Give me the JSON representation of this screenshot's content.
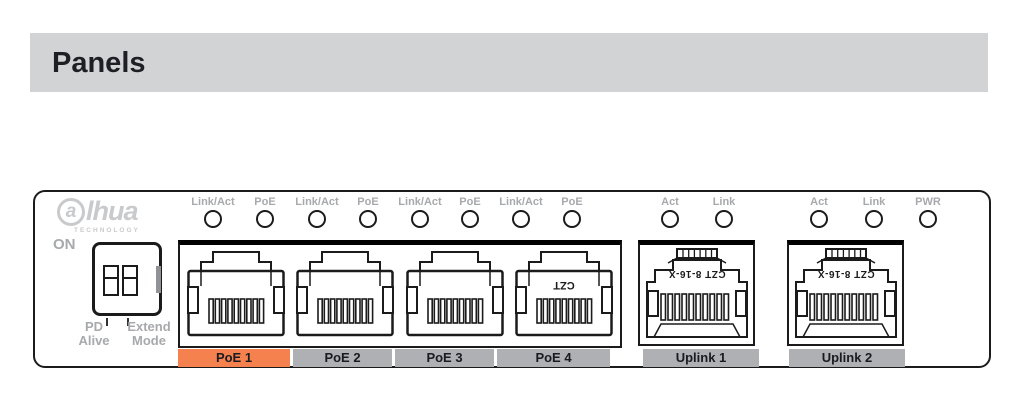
{
  "header": {
    "title": "Panels"
  },
  "panel": {
    "logo": {
      "text_a": "a",
      "text_rest": "lhua",
      "subtitle": "TECHNOLOGY"
    },
    "dip_switch": {
      "on_label": "ON",
      "row1_left": "PD",
      "row1_right": "Extend",
      "row2_left": "Alive",
      "row2_right": "Mode"
    },
    "leds": [
      {
        "label": "Link/Act"
      },
      {
        "label": "PoE"
      },
      {
        "label": "Link/Act"
      },
      {
        "label": "PoE"
      },
      {
        "label": "Link/Act"
      },
      {
        "label": "PoE"
      },
      {
        "label": "Link/Act"
      },
      {
        "label": "PoE"
      },
      {
        "label": "Act"
      },
      {
        "label": "Link"
      },
      {
        "label": "Act"
      },
      {
        "label": "Link"
      },
      {
        "label": "PWR"
      }
    ],
    "port_markings": {
      "poe4": "CZT",
      "uplink1": "CZT 8-16-X",
      "uplink2": "CZT 8-16-X"
    },
    "port_labels": [
      {
        "label": "PoE 1"
      },
      {
        "label": "PoE 2"
      },
      {
        "label": "PoE 3"
      },
      {
        "label": "PoE 4"
      },
      {
        "label": "Uplink 1"
      },
      {
        "label": "Uplink 2"
      }
    ]
  },
  "theme": {
    "colors": {
      "highlight": "#F5824E",
      "label-bg": "#AEB0B3",
      "header-bg": "#D2D3D5",
      "muted": "#A7A9AC",
      "line": "#1B1B1B",
      "logo": "#C8CACC",
      "title": "#1E1E24",
      "label-text": "#1A1A20"
    }
  }
}
